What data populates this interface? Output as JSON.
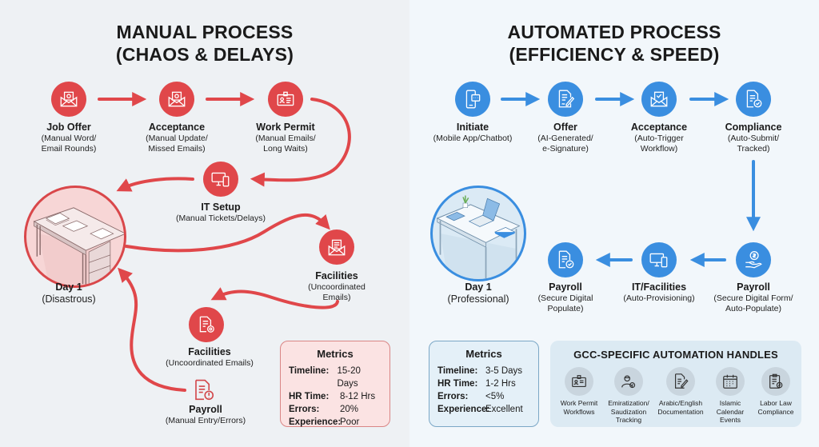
{
  "manual": {
    "title_line1": "MANUAL PROCESS",
    "title_line2": "(CHAOS & DELAYS)",
    "accent_color": "#e0474a",
    "steps": [
      {
        "name": "Job Offer",
        "desc_line1": "(Manual Word/",
        "desc_line2": "Email Rounds)",
        "icon": "envelope-at-icon"
      },
      {
        "name": "Acceptance",
        "desc_line1": "(Manual Update/",
        "desc_line2": "Missed Emails)",
        "icon": "envelope-at-icon"
      },
      {
        "name": "Work Permit",
        "desc_line1": "(Manual Emails/",
        "desc_line2": "Long Waits)",
        "icon": "id-badge-icon"
      },
      {
        "name": "IT Setup",
        "desc_line1": "(Manual Tickets/Delays)",
        "desc_line2": "",
        "icon": "monitor-phone-icon"
      },
      {
        "name": "Facilities",
        "desc_line1": "(Uncoordinated",
        "desc_line2": "Emails)",
        "icon": "envelope-doc-icon"
      },
      {
        "name": "Facilities",
        "desc_line1": "(Uncoordinated Emails)",
        "desc_line2": "",
        "icon": "doc-gear-icon"
      },
      {
        "name": "Payroll",
        "desc_line1": "(Manual Entry/Errors)",
        "desc_line2": "",
        "icon": "doc-warning-icon"
      }
    ],
    "day1": {
      "name": "Day 1",
      "desc": "(Disastrous)",
      "icon": "cluttered-desk-icon"
    },
    "metrics": {
      "title": "Metrics",
      "rows": [
        {
          "key": "Timeline:",
          "value": "15-20 Days"
        },
        {
          "key": "HR Time:",
          "value": "8-12 Hrs"
        },
        {
          "key": "Errors:",
          "value": "20%"
        },
        {
          "key": "Experience:",
          "value": "Poor"
        }
      ]
    }
  },
  "automated": {
    "title_line1": "AUTOMATED PROCESS",
    "title_line2": "(EFFICIENCY & SPEED)",
    "accent_color": "#3a8ee0",
    "steps": [
      {
        "name": "Initiate",
        "desc_line1": "(Mobile App/Chatbot)",
        "desc_line2": "",
        "icon": "phone-chat-icon"
      },
      {
        "name": "Offer",
        "desc_line1": "(AI-Generated/",
        "desc_line2": "e-Signature)",
        "icon": "doc-signature-icon"
      },
      {
        "name": "Acceptance",
        "desc_line1": "(Auto-Trigger",
        "desc_line2": "Workflow)",
        "icon": "envelope-check-icon"
      },
      {
        "name": "Compliance",
        "desc_line1": "(Auto-Submit/",
        "desc_line2": "Tracked)",
        "icon": "doc-check-icon"
      },
      {
        "name": "Payroll",
        "desc_line1": "(Secure Digital Form/",
        "desc_line2": "Auto-Populate)",
        "icon": "hand-coin-icon"
      },
      {
        "name": "IT/Facilities",
        "desc_line1": "(Auto-Provisioning)",
        "desc_line2": "",
        "icon": "monitor-phone-icon"
      },
      {
        "name": "Payroll",
        "desc_line1": "(Secure Digital",
        "desc_line2": "Populate)",
        "icon": "doc-check-icon"
      }
    ],
    "day1": {
      "name": "Day 1",
      "desc": "(Professional)",
      "icon": "tidy-desk-icon"
    },
    "metrics": {
      "title": "Metrics",
      "rows": [
        {
          "key": "Timeline:",
          "value": "3-5 Days"
        },
        {
          "key": "HR Time:",
          "value": "1-2 Hrs"
        },
        {
          "key": "Errors:",
          "value": "<5%"
        },
        {
          "key": "Experience:",
          "value": "Excellent"
        }
      ]
    },
    "gcc": {
      "title": "GCC-SPECIFIC AUTOMATION HANDLES",
      "items": [
        {
          "label": "Work Permit\nWorkflows",
          "icon": "id-badge-icon"
        },
        {
          "label": "Emiratization/\nSaudization\nTracking",
          "icon": "worker-badge-icon"
        },
        {
          "label": "Arabic/English\nDocumentation",
          "icon": "doc-pen-icon"
        },
        {
          "label": "Islamic\nCalendar\nEvents",
          "icon": "calendar-icon"
        },
        {
          "label": "Labor Law\nCompliance",
          "icon": "clipboard-check-icon"
        }
      ]
    }
  }
}
